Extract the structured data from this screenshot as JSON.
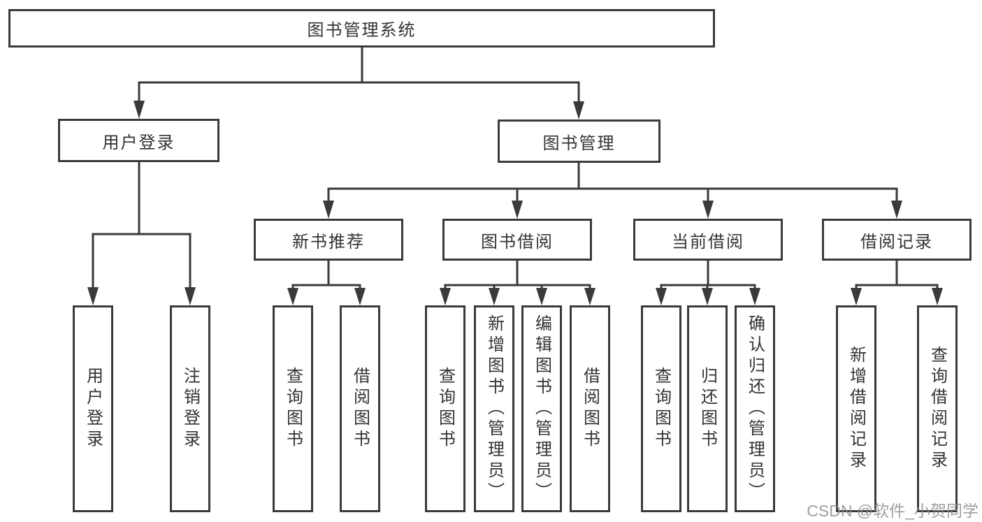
{
  "diagram": {
    "root": {
      "label": "图书管理系统",
      "children": [
        {
          "label": "用户登录",
          "children": [
            {
              "label": "用户登录"
            },
            {
              "label": "注销登录"
            }
          ]
        },
        {
          "label": "图书管理",
          "children": [
            {
              "label": "新书推荐",
              "children": [
                {
                  "label": "查询图书"
                },
                {
                  "label": "借阅图书"
                }
              ]
            },
            {
              "label": "图书借阅",
              "children": [
                {
                  "label": "查询图书"
                },
                {
                  "label": "新增图书（管理员）"
                },
                {
                  "label": "编辑图书（管理员）"
                },
                {
                  "label": "借阅图书"
                }
              ]
            },
            {
              "label": "当前借阅",
              "children": [
                {
                  "label": "查询图书"
                },
                {
                  "label": "归还图书"
                },
                {
                  "label": "确认归还（管理员）"
                }
              ]
            },
            {
              "label": "借阅记录",
              "children": [
                {
                  "label": "新增借阅记录"
                },
                {
                  "label": "查询借阅记录"
                }
              ]
            }
          ]
        }
      ]
    }
  },
  "watermark": {
    "text": "CSDN @软件_小贺同学",
    "color": "#8e8e94"
  },
  "style": {
    "line_color": "#3a3a3a",
    "box_border_color": "#3a3a3a",
    "text_color": "#333333",
    "background": "#ffffff"
  }
}
